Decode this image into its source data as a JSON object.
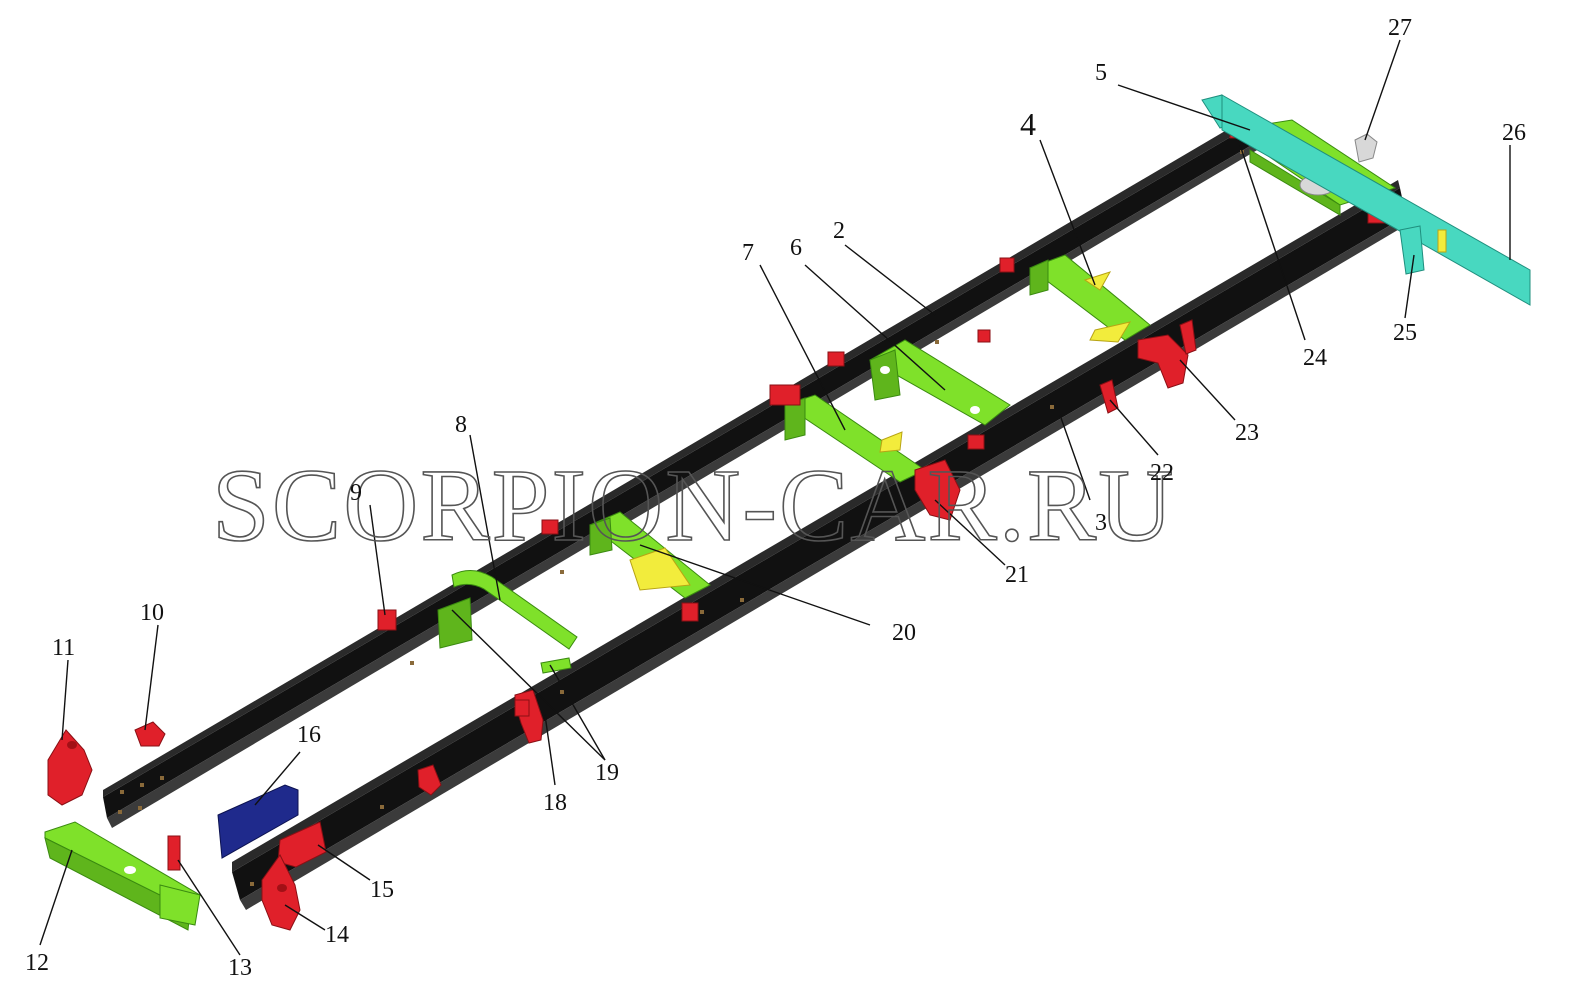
{
  "watermark": "SCORPION-CAR.RU",
  "callouts": [
    {
      "id": "c2",
      "text": "2"
    },
    {
      "id": "c3",
      "text": "3"
    },
    {
      "id": "c4",
      "text": "4"
    },
    {
      "id": "c5",
      "text": "5"
    },
    {
      "id": "c6",
      "text": "6"
    },
    {
      "id": "c7",
      "text": "7"
    },
    {
      "id": "c8",
      "text": "8"
    },
    {
      "id": "c9",
      "text": "9"
    },
    {
      "id": "c10",
      "text": "10"
    },
    {
      "id": "c11",
      "text": "11"
    },
    {
      "id": "c12",
      "text": "12"
    },
    {
      "id": "c13",
      "text": "13"
    },
    {
      "id": "c14",
      "text": "14"
    },
    {
      "id": "c15",
      "text": "15"
    },
    {
      "id": "c16",
      "text": "16"
    },
    {
      "id": "c18",
      "text": "18"
    },
    {
      "id": "c19",
      "text": "19"
    },
    {
      "id": "c20",
      "text": "20"
    },
    {
      "id": "c21",
      "text": "21"
    },
    {
      "id": "c22",
      "text": "22"
    },
    {
      "id": "c23",
      "text": "23"
    },
    {
      "id": "c24",
      "text": "24"
    },
    {
      "id": "c25",
      "text": "25"
    },
    {
      "id": "c26",
      "text": "26"
    },
    {
      "id": "c27",
      "text": "27"
    }
  ],
  "colors": {
    "rail": "#111111",
    "crossmember": "#7fe12a",
    "bracket": "#e0202a",
    "gusset": "#f2ec3c",
    "rear_bar": "#48d8c0",
    "shield": "#1f2a8c"
  }
}
